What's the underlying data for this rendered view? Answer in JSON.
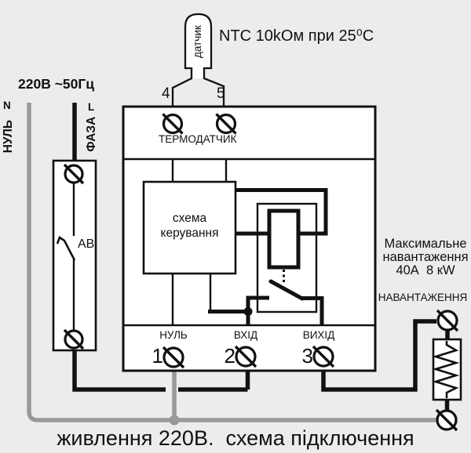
{
  "caption": "живлення 220В.  схема підключення",
  "sensor": {
    "label": "датчик",
    "spec": "NTC 10kОм при 25⁰С",
    "pins": [
      "4",
      "5"
    ]
  },
  "supply": {
    "voltage": "220В ~50Гц",
    "neutral_letter": "N",
    "phase_letter": "L",
    "neutral_label": "НУЛЬ",
    "phase_label": "ФАЗА",
    "breaker_label": "АВ"
  },
  "device": {
    "sensor_terminals_label": "ТЕРМОДАТЧИК",
    "control_unit": {
      "line1": "схема",
      "line2": "керування"
    },
    "terminals": [
      {
        "number": "1",
        "label": "НУЛЬ"
      },
      {
        "number": "2",
        "label": "ВХІД"
      },
      {
        "number": "3",
        "label": "ВИХІД"
      }
    ]
  },
  "load": {
    "max_load_line1": "Максимальне",
    "max_load_line2": "навантаження",
    "max_load_line3": "40А  8 кW",
    "label": "НАВАНТАЖЕННЯ"
  },
  "colors": {
    "background": "#ececec",
    "line": "#111111",
    "neutral_wire": "#999999",
    "box_fill": "#ffffff"
  }
}
